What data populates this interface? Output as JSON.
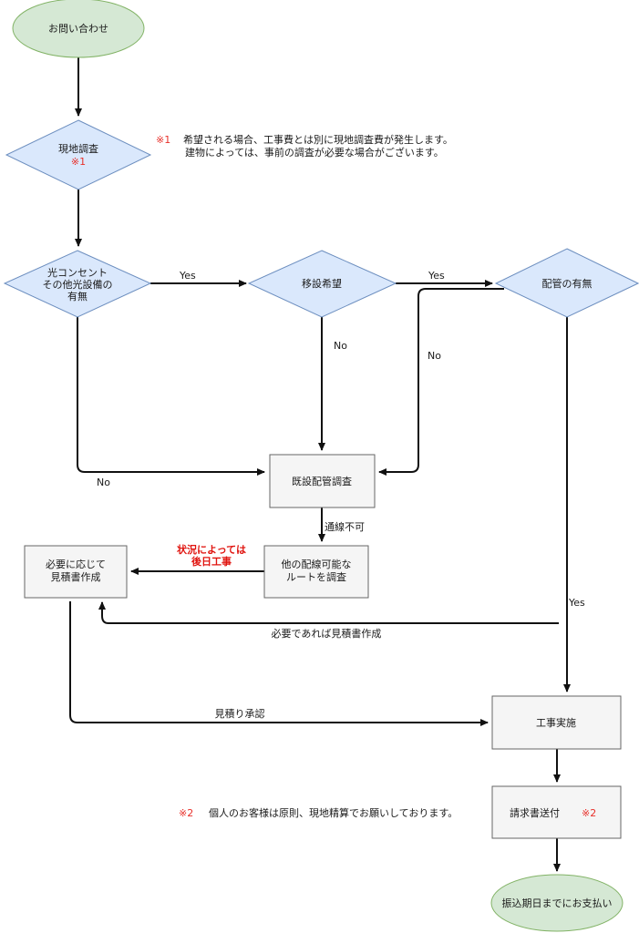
{
  "nodes": {
    "inquiry": "お問い合わせ",
    "survey": "現地調査",
    "survey_mark": "※1",
    "fiber_l1": "光コンセント",
    "fiber_l2": "その他光設備の",
    "fiber_l3": "有無",
    "relocation": "移設希望",
    "piping": "配管の有無",
    "existing_pipe": "既設配管調査",
    "other_route_l1": "他の配線可能な",
    "other_route_l2": "ルートを調査",
    "estimate_l1": "必要に応じて",
    "estimate_l2": "見積書作成",
    "construction": "工事実施",
    "invoice": "請求書送付",
    "invoice_mark": "※2",
    "payment": "振込期日までにお支払い"
  },
  "edges": {
    "yes": "Yes",
    "no": "No",
    "no_wiring": "通線不可",
    "later_l1": "状況によっては",
    "later_l2": "後日工事",
    "estimate_if_needed": "必要であれば見積書作成",
    "estimate_approval": "見積り承認"
  },
  "notes": {
    "note1_mark": "※1",
    "note1_l1": "希望される場合、工事費とは別に現地調査費が発生します。",
    "note1_l2": "建物によっては、事前の調査が必要な場合がございます。",
    "note2_mark": "※2",
    "note2_text": "個人のお客様は原則、現地精算でお願いしております。"
  },
  "colors": {
    "terminal_fill": "#d5e8d4",
    "decision_fill": "#dae8fc",
    "process_fill": "#f5f5f5",
    "note_red": "#e8302a"
  }
}
